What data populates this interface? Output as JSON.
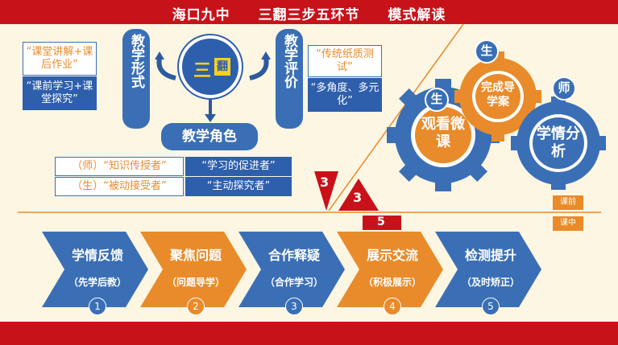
{
  "header": {
    "school": "海口九中",
    "program": "三翻三步五环节",
    "subtitle": "模式解读"
  },
  "left_panel": {
    "form_label": "教学形式",
    "eval_label": "教学评价",
    "role_label": "教学角色",
    "center_char": "三",
    "center_char2": "翻",
    "old_form": "“课堂讲解+课后作业”",
    "new_form": "“课前学习+课堂探究”",
    "old_eval": "“传统纸质测试”",
    "new_eval": "“多角度、多元化”",
    "roles": [
      {
        "old": "（师）“知识传授者”",
        "new": "“学习的促进者”"
      },
      {
        "old": "（生）“被动接受者”",
        "new": "“主动探究者”"
      }
    ]
  },
  "numbers": {
    "three_a": "3",
    "three_b": "3",
    "five": "5"
  },
  "gears": {
    "watch": "观看微课",
    "complete": "完成导学案",
    "analyze": "学情分析",
    "student_a": "生",
    "student_b": "生",
    "teacher": "师"
  },
  "tags": {
    "before": "课前",
    "during": "课中"
  },
  "steps": [
    {
      "title": "学情反馈",
      "sub": "（先学后教）",
      "num": "1",
      "color": "#3a6fb6"
    },
    {
      "title": "聚焦问题",
      "sub": "（问题导学）",
      "num": "2",
      "color": "#e98b2a"
    },
    {
      "title": "合作释疑",
      "sub": "（合作学习）",
      "num": "3",
      "color": "#3a6fb6"
    },
    {
      "title": "展示交流",
      "sub": "（积极展示）",
      "num": "4",
      "color": "#e98b2a"
    },
    {
      "title": "检测提升",
      "sub": "（及时矫正）",
      "num": "5",
      "color": "#3a6fb6"
    }
  ]
}
